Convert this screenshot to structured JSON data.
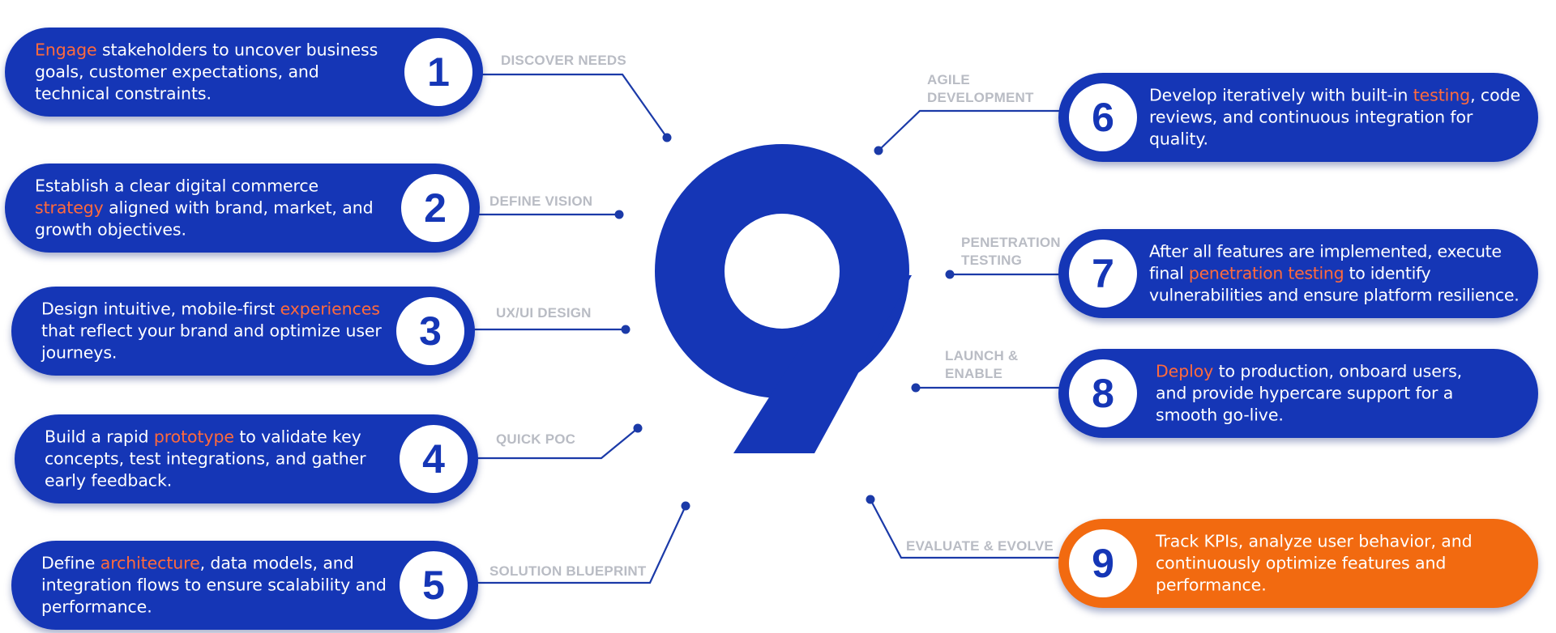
{
  "center_numeral": "9",
  "colors": {
    "primary": "#1536b6",
    "accent": "#f26a10",
    "highlight": "#ff6a3c",
    "label": "#b9bcc4"
  },
  "steps": [
    {
      "number": "1",
      "label": "DISCOVER NEEDS",
      "segments": [
        {
          "t": "Engage",
          "h": true
        },
        {
          "t": " stakeholders to uncover business goals, customer expectations, and technical constraints.",
          "h": false
        }
      ]
    },
    {
      "number": "2",
      "label": "DEFINE VISION",
      "segments": [
        {
          "t": "Establish a clear digital commerce ",
          "h": false
        },
        {
          "t": "strategy",
          "h": true
        },
        {
          "t": " aligned with brand, market, and growth objectives.",
          "h": false
        }
      ]
    },
    {
      "number": "3",
      "label": "UX/UI DESIGN",
      "segments": [
        {
          "t": "Design intuitive, mobile-first ",
          "h": false
        },
        {
          "t": "experiences",
          "h": true
        },
        {
          "t": " that reflect your brand and optimize user journeys.",
          "h": false
        }
      ]
    },
    {
      "number": "4",
      "label": "QUICK POC",
      "segments": [
        {
          "t": "Build a rapid ",
          "h": false
        },
        {
          "t": "prototype",
          "h": true
        },
        {
          "t": " to validate key concepts, test integrations, and gather early feedback.",
          "h": false
        }
      ]
    },
    {
      "number": "5",
      "label": "SOLUTION BLUEPRINT",
      "segments": [
        {
          "t": "Define ",
          "h": false
        },
        {
          "t": "architecture",
          "h": true
        },
        {
          "t": ", data models, and integration flows to ensure scalability and performance.",
          "h": false
        }
      ]
    },
    {
      "number": "6",
      "label": "AGILE DEVELOPMENT",
      "segments": [
        {
          "t": "Develop iteratively with built-in ",
          "h": false
        },
        {
          "t": "testing",
          "h": true
        },
        {
          "t": ", code reviews, and continuous integration for quality.",
          "h": false
        }
      ]
    },
    {
      "number": "7",
      "label": "PENETRATION TESTING",
      "segments": [
        {
          "t": "After all features are implemented, execute final ",
          "h": false
        },
        {
          "t": "penetration testing",
          "h": true
        },
        {
          "t": " to identify vulnerabilities and ensure platform resilience.",
          "h": false
        }
      ]
    },
    {
      "number": "8",
      "label": "LAUNCH & ENABLE",
      "segments": [
        {
          "t": "Deploy",
          "h": true
        },
        {
          "t": " to production, onboard users, and provide hypercare support for a smooth go-live.",
          "h": false
        }
      ]
    },
    {
      "number": "9",
      "label": "EVALUATE & EVOLVE",
      "segments": [
        {
          "t": "Track KPIs, analyze user behavior, and continuously optimize features and performance.",
          "h": false
        }
      ]
    }
  ]
}
